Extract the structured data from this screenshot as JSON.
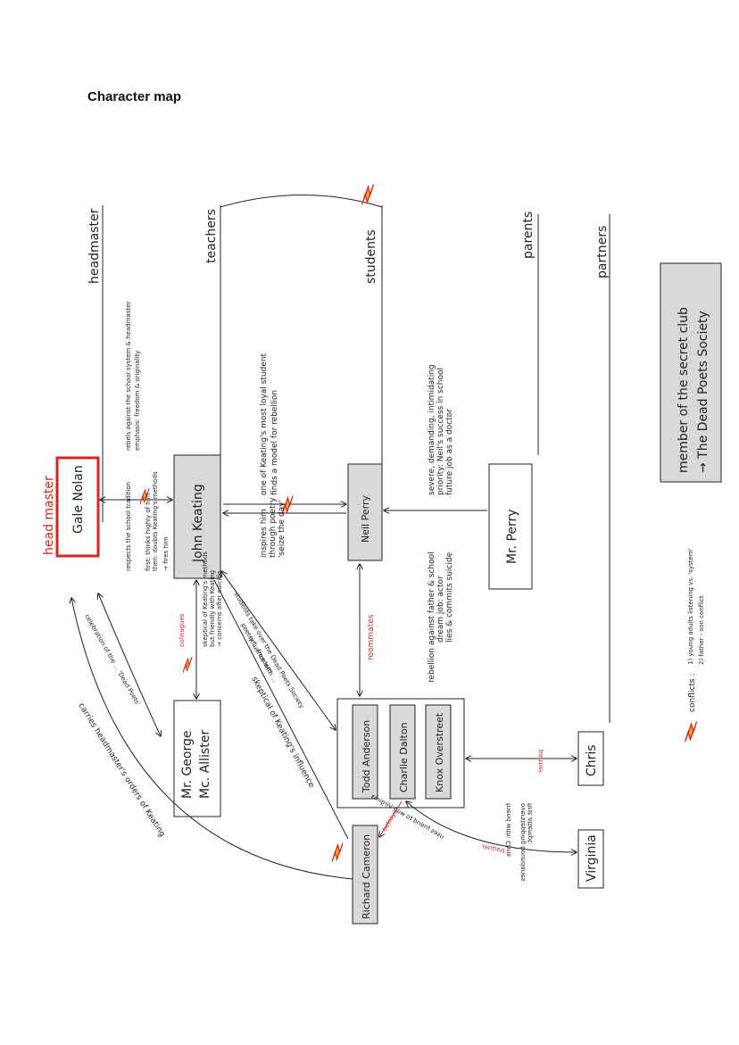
{
  "page_title": "Character map",
  "colors": {
    "accent": "#d9261c",
    "box_fill": "#d9d9d9",
    "bolt": "#f5a623"
  },
  "categories": {
    "headmaster": "headmaster",
    "teachers": "teachers",
    "students": "students",
    "parents": "parents",
    "partners": "partners"
  },
  "head_label": "head master",
  "characters": {
    "nolan": "Gale Nolan",
    "keating": "John Keating",
    "george": "Mr. George",
    "allister": "Mc. Allister",
    "neil": "Neil Perry",
    "mr_perry": "Mr. Perry",
    "todd": "Todd Anderson",
    "charlie": "Charlie Dalton",
    "knox": "Knox Overstreet",
    "richard": "Richard Cameron",
    "chris": "Chris",
    "virginia": "Virginia"
  },
  "annotations": {
    "keating_vs_system": "rebels against the school system & headmaster",
    "keating_emphasis": "emphasis: freedom & originality",
    "nolan_respects_1": "respects the school tradition",
    "nolan_respects_2": "first: thinks highly of him",
    "nolan_respects_3": "then: doubts Keating's methods",
    "nolan_respects_4": "→ fires him",
    "inspires_1": "inspires him",
    "inspires_2": "through poetry",
    "inspires_3": "'seize the day'",
    "neil_model_1": "one of Keating's most loyal student",
    "neil_model_2": "finds a model for rebellion",
    "mr_perry_1": "severe, demanding, intimidating",
    "mr_perry_2": "priority: Neil's success in school",
    "mr_perry_3": "future job as a doctor",
    "neil_rebel_1": "rebellion against father & school",
    "neil_rebel_2": "dream job: actor",
    "neil_rebel_3": "lies & commits suicide",
    "roommates": "roommates",
    "colleagues": "colleagues",
    "george_1": "skeptical of Keating's methods",
    "george_2": "but friendly with Keating",
    "george_3": "→ concerns after suicide",
    "students_1": "students take over the Dead Poets Society",
    "students_2": "poetry ... freedom",
    "students_3": "influence with ...",
    "skeptical": "skeptical of Keating's influence",
    "celebration": "celebration of the ... 'Dead Poets'",
    "carries": "carries headmaster's orders of Keating",
    "chris_1": "friend with: Chris",
    "chris_2": "first attempt:",
    "chris_3": "overstepping boundaries",
    "virginia_1": "uses friend to woo Virginia",
    "partner_1": "partner",
    "partner_2": "partner",
    "betrays": "betrays"
  },
  "legend": {
    "members_1": "member of the secret club",
    "members_2": "→ The Dead Poets Society",
    "conflicts_label": "conflicts :",
    "conflicts_1": "1) young adults listening vs. 'system'",
    "conflicts_2": "2) father - son conflict"
  },
  "icons": [
    "lightning-bolt-icon"
  ]
}
